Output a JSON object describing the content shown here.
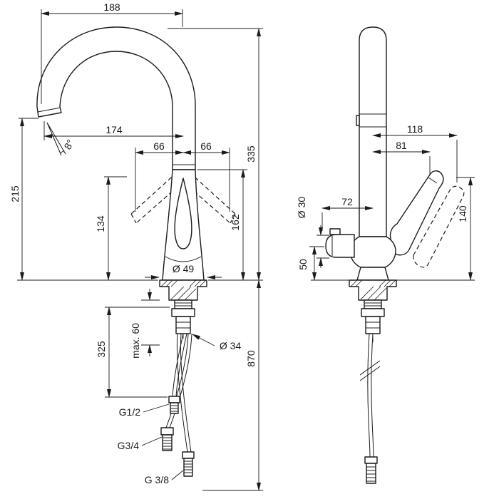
{
  "colors": {
    "ink": "#1b1b1b",
    "background": "#ffffff"
  },
  "front": {
    "width_188": "188",
    "reach_174": "174",
    "swivel_66_left": "66",
    "swivel_66_right": "66",
    "height_215": "215",
    "angle_8": "8°",
    "height_134": "134",
    "height_162": "162",
    "height_335": "335",
    "dia_49": "Ø 49",
    "length_325": "325",
    "max_60": "max. 60",
    "dia_34": "Ø 34",
    "length_870": "870",
    "g12": "G1/2",
    "g34": "G3/4",
    "g38": "G 3/8"
  },
  "side": {
    "depth_118": "118",
    "depth_81": "81",
    "depth_72": "72",
    "dia_30": "Ø 30",
    "height_50": "50",
    "height_140": "140"
  }
}
